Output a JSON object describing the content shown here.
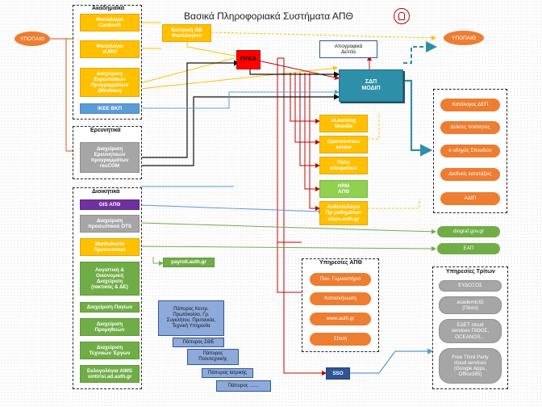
{
  "title": "Βασικά Πληροφοριακά Συστήματα ΑΠΘ",
  "ypopaith_left": "ΥΠΟΠΑΙΘ",
  "ypopaith_right": "ΥΠΟΠΑΙΘ",
  "academic": {
    "title": "Ακαδημαϊκά",
    "items": [
      "Φοιτολόγιο\nCardisoft",
      "Φοιτολόγιο\neURO",
      "Διαχείριση\nΕυρωπαϊκών\nΠρογραμμάτων\n(Moebies)",
      "ΙΚΕΕ ΒΚΠ"
    ]
  },
  "research": {
    "title": "Ερευνητικά",
    "item": "Διαχείριση\nΕρευνητικών\nπρογραμμάτων\nresCOM"
  },
  "admin": {
    "title": "Διοικητικά",
    "items": [
      "GIS ΑΠΘ",
      "Διαχείριση\nπροσωπικού  OTS",
      "Μισθοδοσία\nΠροσωπικού",
      "Λογιστική &\nΟικονομική\nΔιαχείριση\n(τακτικός & ΔΕ)",
      "Διαχείριση Παγίων",
      "Διαχείριση\nΠρομηθειών",
      "Διαχείριση\nΤεχνικών  Έργων",
      "Εκλογολόγια AIMS\nsintirisi.ad.auth.gr"
    ]
  },
  "central_ob": "Κεντρική ΟΒ\nΦοιτολογίου",
  "pyka": "ΠΥΚΑ",
  "apografika": "Απογραφικά\nΔελτία",
  "sdp": "ΣΔΠ\nΜΟΔΙΠ",
  "center_items": [
    "eLearning\nMoodle",
    "Opencourses\neclass",
    "Πύλη\nαποφοίτων",
    "HRM\nΑΠΘ",
    "Αυθεντολόγιο\nΠρ μαθημάτων\nclass.auth.gr"
  ],
  "payroll": "payroll.auth.gr",
  "right_items": [
    "Κατάλογος ΔΕΠ",
    "Δείκτες ποιότητας",
    "e οδηγός Σπουδών",
    "Διεθνείς κατατάξεις",
    "ΑΔΙΠ"
  ],
  "green_pills": [
    "diograf.gov.gr",
    "ΕΑΠ"
  ],
  "services_apth": {
    "title": "Υπηρεσίες ΑΠΘ",
    "items": [
      "Παν. Γυμναστήριο",
      "Κατασκήνωση",
      "www.auth.gr",
      "Σίτιση"
    ]
  },
  "third_party": {
    "title": "Υπηρεσίες Τρίτων",
    "items": [
      "ΕΥΔΟΞΟΣ",
      "academicID\n(Πάσο)",
      "ΕΔΕΤ cloud\nservices ΠΙΘΟΣ,\nOCEANOS…",
      "Free Third  Party\ncloud services\n(Google Apps,\nOffice365)"
    ]
  },
  "sso": "SSO",
  "docs": [
    "Πάπυρος Κεντρ.\nΠρωτόκολλο, Γρ.\nΣυγκλήτου, Πρυτανεία,\nΤεχνική Υπηρεσία",
    "Πάπυρος ΣΘΕ",
    "Πάπυρος\nΠολυτεχνικής",
    "Πάπυρος Ιατρικής",
    "Πάπυρος ……"
  ],
  "colors": {
    "orange": "#ffc000",
    "green": "#92d050",
    "dark_green": "#70ad47",
    "red": "#ff0000",
    "teal": "#2e8fa8",
    "service_orange": "#ed7d31",
    "gray": "#a6a6a6",
    "blue": "#5b9bd5",
    "purple": "#7030a0",
    "document_blue": "#8eaadb"
  }
}
